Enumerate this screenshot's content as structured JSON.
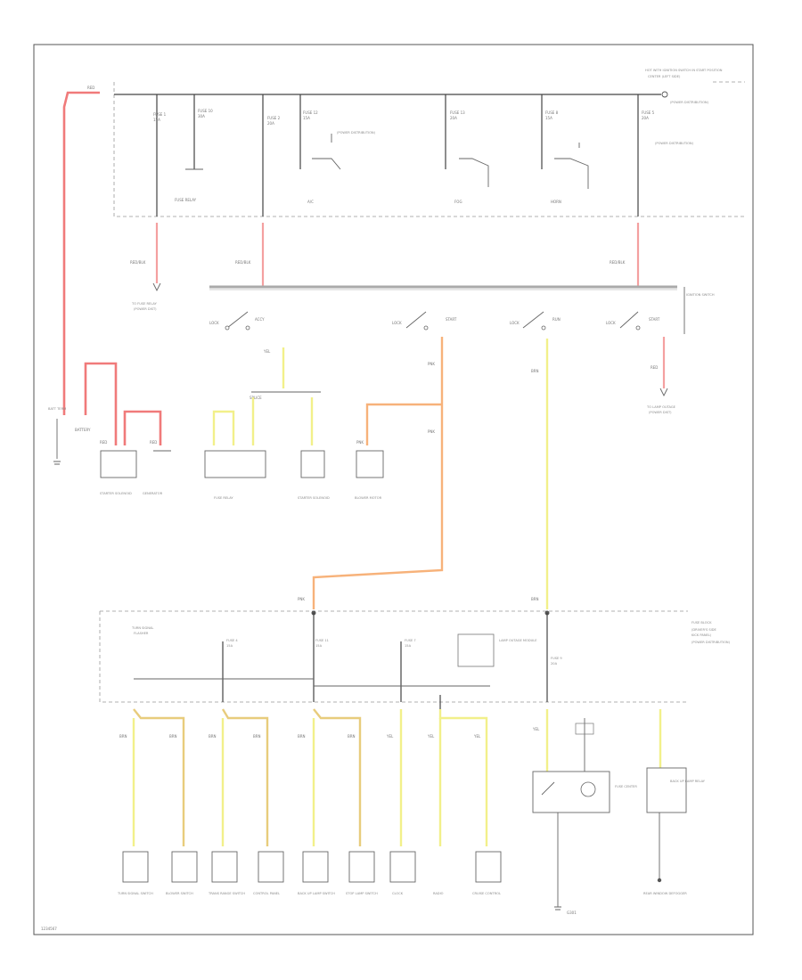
{
  "diagram": {
    "labels": {
      "top_right_box": "HOT WITH IGNITION SWITCH IN START POSITION",
      "battery": "BATTERY",
      "battery_wire": "RED",
      "generator": "GENERATOR",
      "ignition_switch": "IGNITION SWITCH",
      "fuse_block": "FUSE BLOCK",
      "lamp_outage": "LAMP OUTAGE MODULE",
      "gnd": "G301"
    },
    "ref_notes": {
      "note1": "(POWER DISTRIBUTION)",
      "note2": "(POWER DISTRIBUTION)",
      "note3": "(POWER DISTRIBUTION)",
      "note4": "(POWER DISTRIBUTION)"
    },
    "components": {
      "c1": "STARTER SOLENOID",
      "c2": "GENERATOR",
      "c3": "FUSE RELAY",
      "c4": "STARTER SOLENOID",
      "c5": "BLOWER MOTOR",
      "c6": "TURN SIGNAL SWITCH",
      "c7": "BLOWER SWITCH",
      "c8": "TRANS RANGE SWITCH",
      "c9": "CONTROL PANEL",
      "c10": "BACK UP LAMP SWITCH",
      "c11": "STOP LAMP SWITCH",
      "c12": "CLOCK",
      "c13": "RADIO",
      "c14": "CRUISE CONTROL",
      "c15": "FUSE CENTER",
      "c16": "BACK UP LAMP RELAY",
      "c17": "REAR WINDOW DEFOGGER"
    },
    "page_id": "1234567"
  }
}
